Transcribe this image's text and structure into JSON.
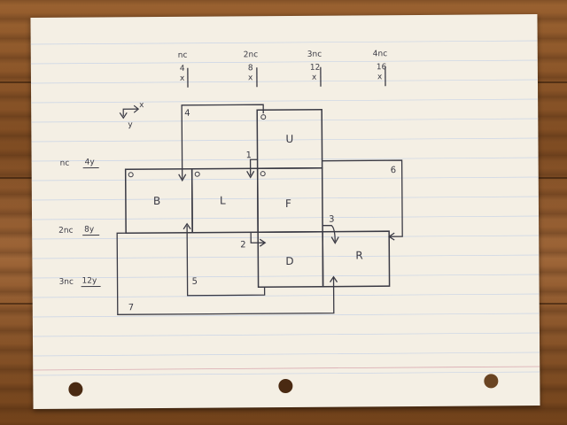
{
  "colors": {
    "ink": "#3a3a44",
    "paper": "#f4efe4",
    "rule_line": "#c9d4e6",
    "margin_line": "#d9a9b0"
  },
  "column_headers": [
    {
      "top": "nc",
      "num": "4",
      "var": "x"
    },
    {
      "top": "2nc",
      "num": "8",
      "var": "x"
    },
    {
      "top": "3nc",
      "num": "12",
      "var": "x"
    },
    {
      "top": "4nc",
      "num": "16",
      "var": "x"
    }
  ],
  "row_headers": [
    {
      "label": "nc",
      "value": "4y"
    },
    {
      "label": "2nc",
      "value": "8y"
    },
    {
      "label": "3nc",
      "value": "12y"
    }
  ],
  "axis_labels": {
    "x": "x",
    "y": "y"
  },
  "faces": {
    "U": "U",
    "B": "B",
    "L": "L",
    "F": "F",
    "D": "D",
    "R": "R"
  },
  "path_numbers": [
    "1",
    "2",
    "3",
    "4",
    "5",
    "6",
    "7"
  ]
}
